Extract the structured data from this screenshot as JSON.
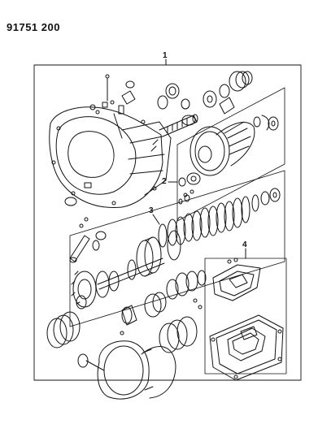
{
  "header": {
    "doc_number": "91751 200"
  },
  "callouts": {
    "c1": "1",
    "c2": "2",
    "c3": "3",
    "c4": "4"
  },
  "colors": {
    "line": "#111111",
    "background": "#ffffff"
  }
}
